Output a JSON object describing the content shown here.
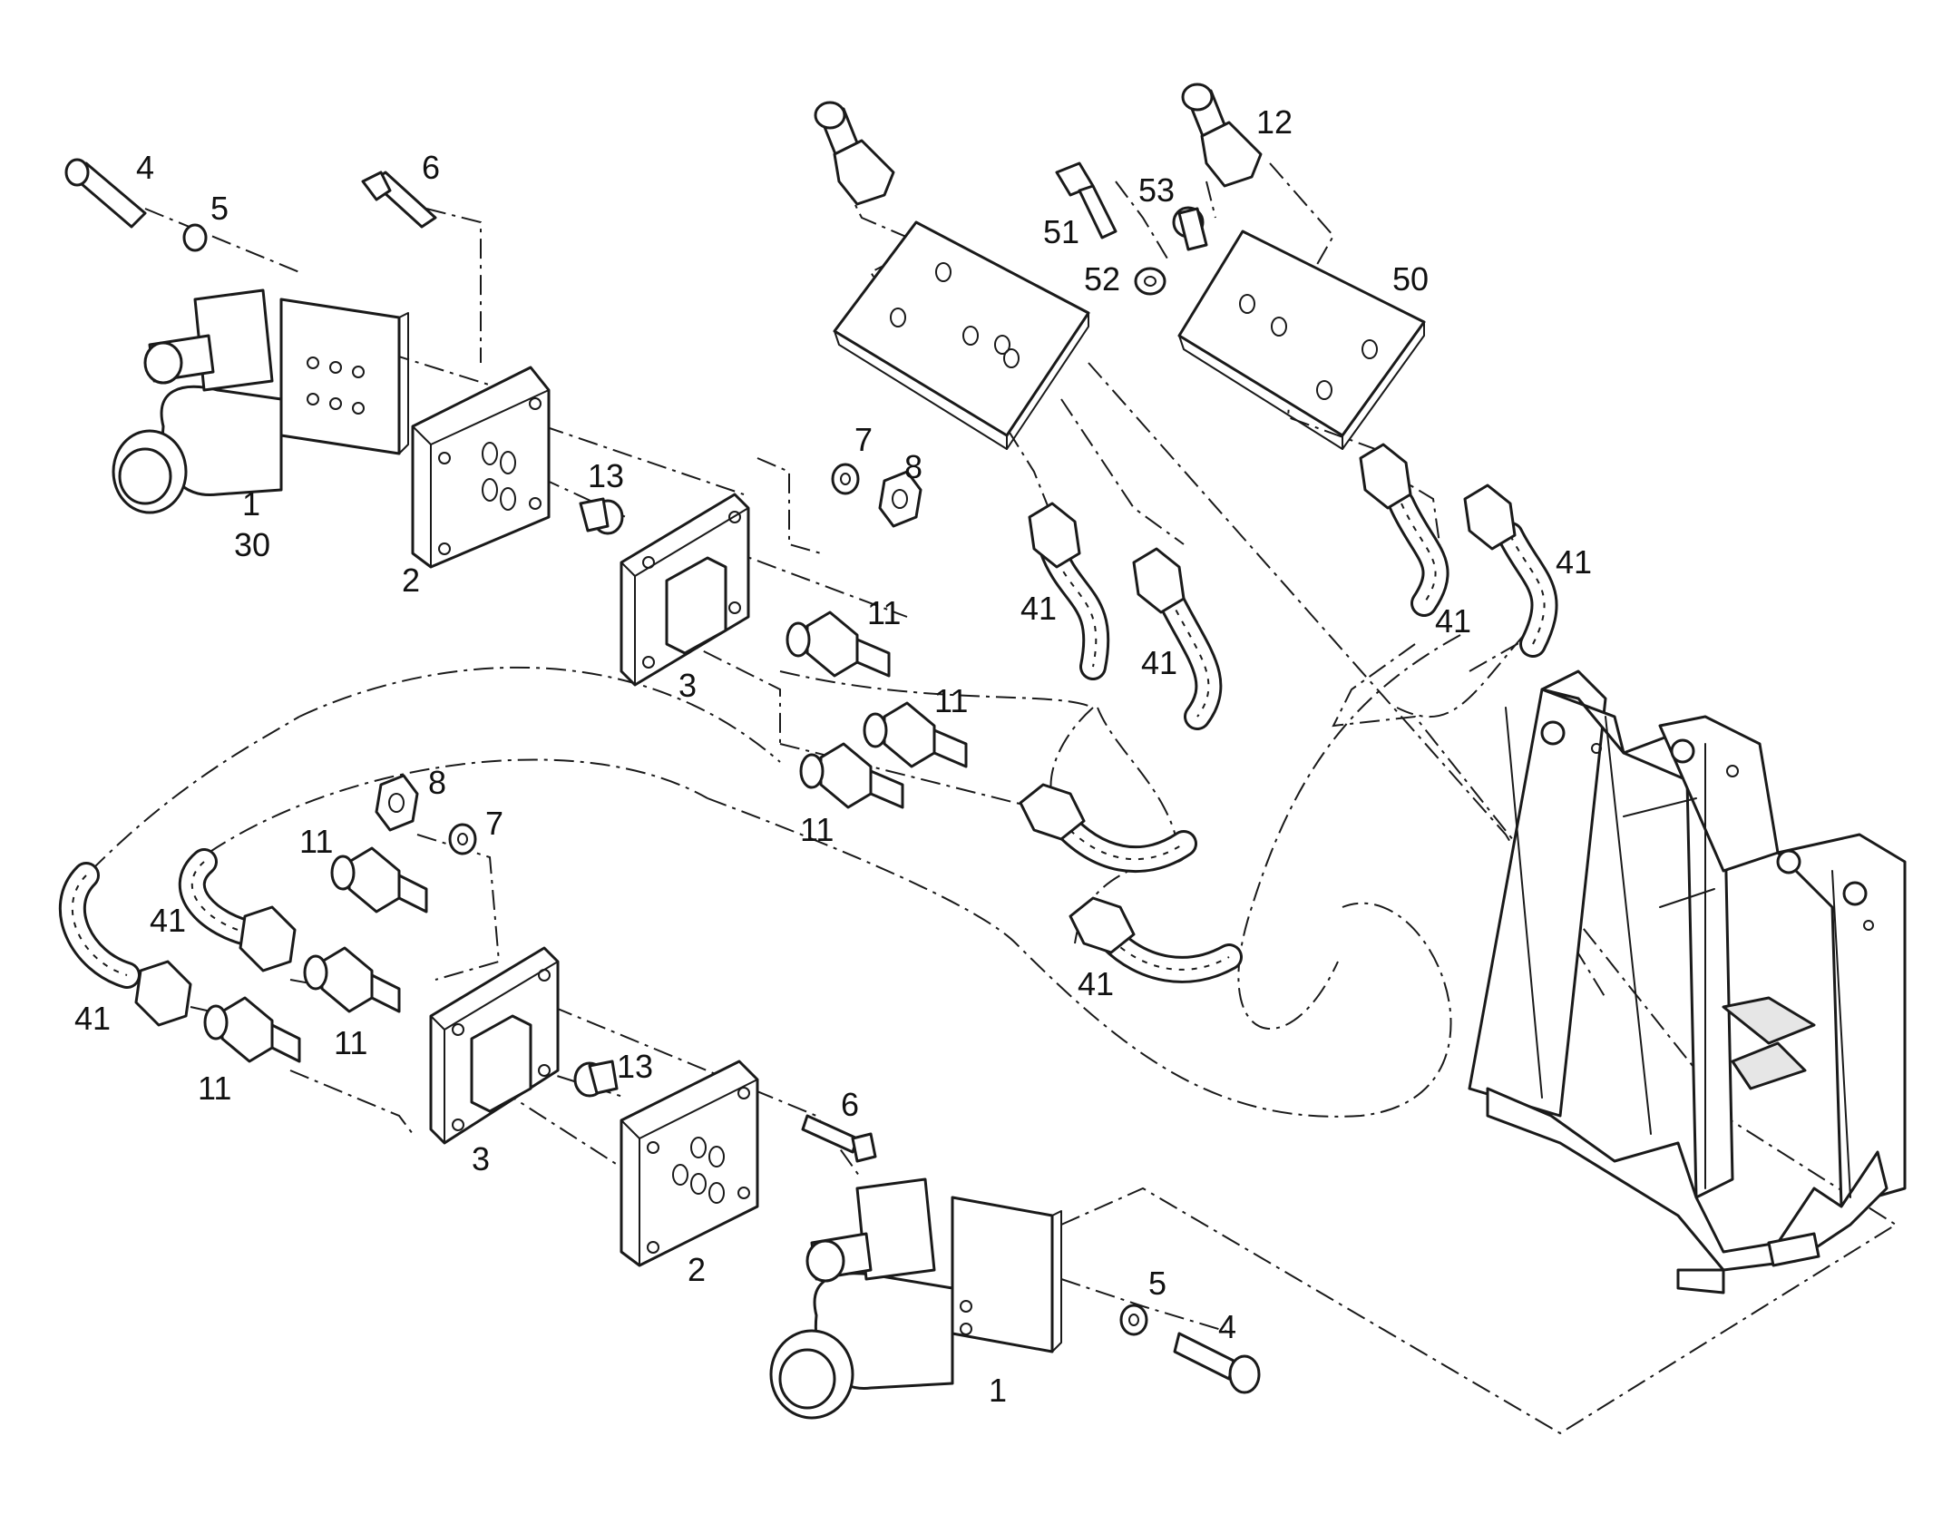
{
  "callouts": [
    {
      "id": "c4a",
      "text": "4"
    },
    {
      "id": "c5a",
      "text": "5"
    },
    {
      "id": "c6a",
      "text": "6"
    },
    {
      "id": "c1a",
      "text": "1"
    },
    {
      "id": "c30",
      "text": "30"
    },
    {
      "id": "c2a",
      "text": "2"
    },
    {
      "id": "c13a",
      "text": "13"
    },
    {
      "id": "c3a",
      "text": "3"
    },
    {
      "id": "c7a",
      "text": "7"
    },
    {
      "id": "c8a",
      "text": "8"
    },
    {
      "id": "c11a",
      "text": "11"
    },
    {
      "id": "c11b",
      "text": "11"
    },
    {
      "id": "c11c",
      "text": "11"
    },
    {
      "id": "c41a",
      "text": "41"
    },
    {
      "id": "c41b",
      "text": "41"
    },
    {
      "id": "c41c",
      "text": "41"
    },
    {
      "id": "c41d",
      "text": "41"
    },
    {
      "id": "c12",
      "text": "12"
    },
    {
      "id": "c51",
      "text": "51"
    },
    {
      "id": "c53",
      "text": "53"
    },
    {
      "id": "c52",
      "text": "52"
    },
    {
      "id": "c50",
      "text": "50"
    },
    {
      "id": "c8b",
      "text": "8"
    },
    {
      "id": "c7b",
      "text": "7"
    },
    {
      "id": "c11d",
      "text": "11"
    },
    {
      "id": "c41e",
      "text": "41"
    },
    {
      "id": "c41f",
      "text": "41"
    },
    {
      "id": "c11e",
      "text": "11"
    },
    {
      "id": "c11f",
      "text": "11"
    },
    {
      "id": "c13b",
      "text": "13"
    },
    {
      "id": "c3b",
      "text": "3"
    },
    {
      "id": "c6b",
      "text": "6"
    },
    {
      "id": "c2b",
      "text": "2"
    },
    {
      "id": "c5b",
      "text": "5"
    },
    {
      "id": "c4b",
      "text": "4"
    },
    {
      "id": "c1b",
      "text": "1"
    },
    {
      "id": "c41g",
      "text": "41"
    }
  ]
}
